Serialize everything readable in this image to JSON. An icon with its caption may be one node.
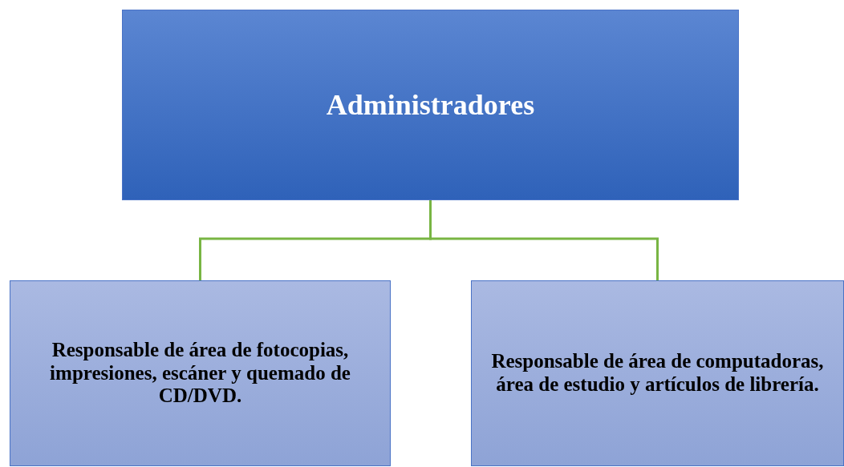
{
  "diagram": {
    "nodes": [
      {
        "text": [
          "Administradores"
        ]
      },
      {
        "text": [
          "Responsable de área de fotocopias, impresiones, escáner y quemado de CD/DVD."
        ]
      },
      {
        "text": [
          "Responsable de área de computadoras, área de estudio y artículos de librería."
        ]
      }
    ],
    "edges": [
      {
        "from": 0,
        "to": 1,
        "arrow": "none"
      },
      {
        "from": 0,
        "to": 2,
        "arrow": "none"
      }
    ]
  }
}
